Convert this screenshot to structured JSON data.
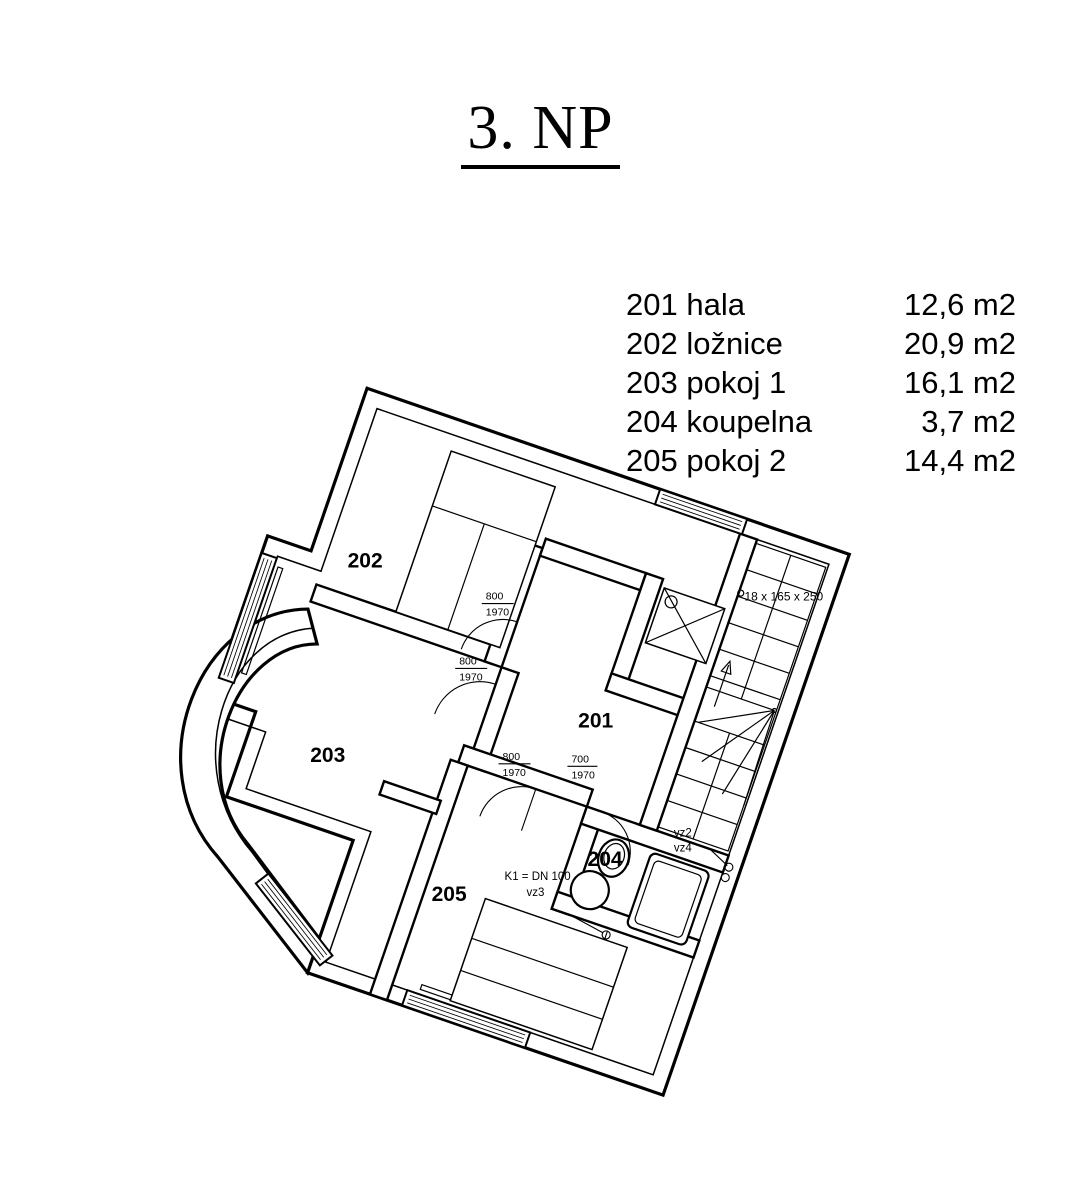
{
  "title": "3. NP",
  "legend": {
    "rows": [
      {
        "id": "201",
        "name": "201 hala",
        "area": "12,6 m2"
      },
      {
        "id": "202",
        "name": "202 ložnice",
        "area": "20,9 m2"
      },
      {
        "id": "203",
        "name": "203 pokoj 1",
        "area": "16,1 m2"
      },
      {
        "id": "204",
        "name": "204 koupelna",
        "area": "3,7 m2"
      },
      {
        "id": "205",
        "name": "205 pokoj 2",
        "area": "14,4 m2"
      }
    ]
  },
  "plan": {
    "room_labels": {
      "r201": "201",
      "r202": "202",
      "r203": "203",
      "r204": "204",
      "r205": "205"
    },
    "stair_note": "18 x 165 x 250",
    "doors": [
      {
        "id": "d1",
        "width": "800",
        "height": "1970"
      },
      {
        "id": "d2",
        "width": "800",
        "height": "1970"
      },
      {
        "id": "d3",
        "width": "700",
        "height": "1970"
      },
      {
        "id": "d4",
        "width": "800",
        "height": "1970"
      }
    ],
    "annotations": [
      {
        "id": "vz2",
        "text": "vz2"
      },
      {
        "id": "vz4",
        "text": "vz4"
      },
      {
        "id": "vz3",
        "text": "vz3"
      },
      {
        "id": "k1",
        "text": "K1 = DN 100"
      }
    ]
  },
  "colors": {
    "ink": "#000000",
    "paper": "#ffffff"
  }
}
